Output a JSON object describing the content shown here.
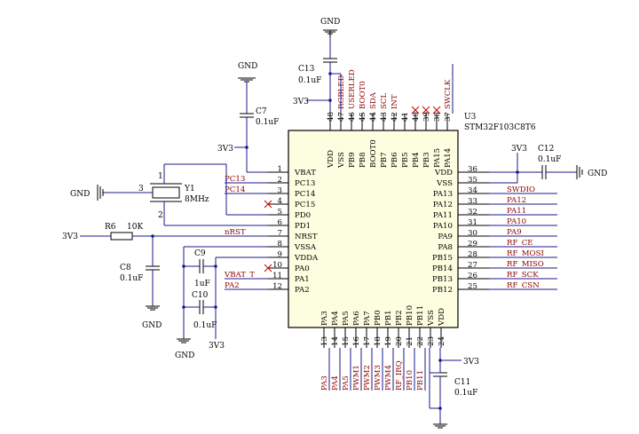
{
  "chip": {
    "ref": "U3",
    "part": "STM32F103C8T6",
    "left_pins": [
      {
        "num": "1",
        "name": "VBAT",
        "net": ""
      },
      {
        "num": "2",
        "name": "PC13",
        "net": "PC13"
      },
      {
        "num": "3",
        "name": "PC14",
        "net": "PC14"
      },
      {
        "num": "4",
        "name": "PC15",
        "net": "",
        "nc": true
      },
      {
        "num": "5",
        "name": "PD0",
        "net": ""
      },
      {
        "num": "6",
        "name": "PD1",
        "net": ""
      },
      {
        "num": "7",
        "name": "NRST",
        "net": "nRST"
      },
      {
        "num": "8",
        "name": "VSSA",
        "net": ""
      },
      {
        "num": "9",
        "name": "VDDA",
        "net": ""
      },
      {
        "num": "10",
        "name": "PA0",
        "net": "",
        "nc": true
      },
      {
        "num": "11",
        "name": "PA1",
        "net": "VBAT_T"
      },
      {
        "num": "12",
        "name": "PA2",
        "net": "PA2"
      }
    ],
    "right_pins": [
      {
        "num": "36",
        "name": "VDD",
        "net": ""
      },
      {
        "num": "35",
        "name": "VSS",
        "net": ""
      },
      {
        "num": "34",
        "name": "PA13",
        "net": "SWDIO"
      },
      {
        "num": "33",
        "name": "PA12",
        "net": "PA12"
      },
      {
        "num": "32",
        "name": "PA11",
        "net": "PA11"
      },
      {
        "num": "31",
        "name": "PA10",
        "net": "PA10"
      },
      {
        "num": "30",
        "name": "PA9",
        "net": "PA9"
      },
      {
        "num": "29",
        "name": "PA8",
        "net": "RF_CE"
      },
      {
        "num": "28",
        "name": "PB15",
        "net": "RF_MOSI"
      },
      {
        "num": "27",
        "name": "PB14",
        "net": "RF_MISO"
      },
      {
        "num": "26",
        "name": "PB13",
        "net": "RF_SCK"
      },
      {
        "num": "25",
        "name": "PB12",
        "net": "RF_CSN"
      }
    ],
    "top_pins": [
      {
        "num": "48",
        "name": "VDD",
        "net": ""
      },
      {
        "num": "47",
        "name": "VSS",
        "net": "RGBLED"
      },
      {
        "num": "46",
        "name": "PB9",
        "net": "USERLED"
      },
      {
        "num": "45",
        "name": "PB8",
        "net": "BOOT0"
      },
      {
        "num": "44",
        "name": "BOOT0",
        "net": "SDA"
      },
      {
        "num": "43",
        "name": "PB7",
        "net": "SCL"
      },
      {
        "num": "42",
        "name": "PB6",
        "net": "INT"
      },
      {
        "num": "41",
        "name": "PB5",
        "net": ""
      },
      {
        "num": "40",
        "name": "PB4",
        "net": "",
        "nc": true
      },
      {
        "num": "39",
        "name": "PB3",
        "net": "",
        "nc": true
      },
      {
        "num": "38",
        "name": "PA15",
        "net": "",
        "nc": true
      },
      {
        "num": "37",
        "name": "PA14",
        "net": "SWCLK"
      }
    ],
    "bottom_pins": [
      {
        "num": "13",
        "name": "PA3",
        "net": "PA3"
      },
      {
        "num": "14",
        "name": "PA4",
        "net": "PA4"
      },
      {
        "num": "15",
        "name": "PA5",
        "net": "PA5"
      },
      {
        "num": "16",
        "name": "PA6",
        "net": "PWM1"
      },
      {
        "num": "17",
        "name": "PA7",
        "net": "PWM2"
      },
      {
        "num": "18",
        "name": "PB0",
        "net": "PWM3"
      },
      {
        "num": "19",
        "name": "PB1",
        "net": "PWM4"
      },
      {
        "num": "20",
        "name": "PB2",
        "net": "RF_IRQ"
      },
      {
        "num": "21",
        "name": "PB10",
        "net": "PB10"
      },
      {
        "num": "22",
        "name": "PB11",
        "net": "PB11"
      },
      {
        "num": "23",
        "name": "VSS",
        "net": ""
      },
      {
        "num": "24",
        "name": "VDD",
        "net": ""
      }
    ]
  },
  "components": {
    "c13": {
      "ref": "C13",
      "value": "0.1uF"
    },
    "c7": {
      "ref": "C7",
      "value": "0.1uF"
    },
    "c12": {
      "ref": "C12",
      "value": "0.1uF"
    },
    "c8": {
      "ref": "C8",
      "value": "0.1uF"
    },
    "c9": {
      "ref": "C9",
      "value": "1uF"
    },
    "c10": {
      "ref": "C10",
      "value": "0.1uF"
    },
    "c11": {
      "ref": "C11",
      "value": "0.1uF"
    },
    "r6": {
      "ref": "R6",
      "value": "10K"
    },
    "y1": {
      "ref": "Y1",
      "value": "8MHz",
      "pin1": "1",
      "pin2": "2",
      "pin3": "3"
    }
  },
  "power": {
    "gnd": "GND",
    "vcc": "3V3"
  },
  "colors": {
    "wire": "#1a1a8c",
    "net_label": "#8b0000",
    "chip_body": "#fdfde0",
    "no_connect": "#cc0000"
  }
}
